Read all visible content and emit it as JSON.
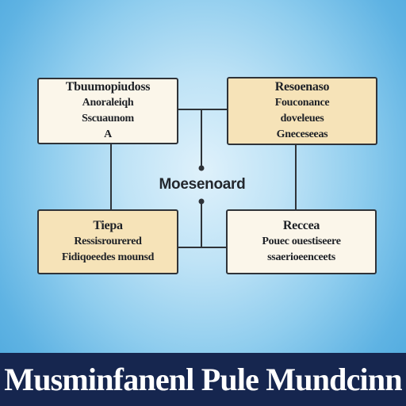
{
  "diagram": {
    "center_label": "Moesenoard",
    "boxes": {
      "top_left": {
        "title": "Tbuumopiudoss",
        "line1": "Anoraleiqh",
        "line2": "Sscuaunom",
        "line3": "A"
      },
      "top_right": {
        "title": "Resoenaso",
        "line1": "Fouconance",
        "line2": "doveleues",
        "line3": "Gneceseeas"
      },
      "bottom_left": {
        "title": "Tiepa",
        "line1": "Ressisrourered",
        "line2": "Fidiqoeedes mounsd"
      },
      "bottom_right": {
        "title": "Reccea",
        "line1": "Pouec ouestiseere",
        "line2": "ssaerioeenceets"
      }
    }
  },
  "footer": {
    "title": "Musminfanenl Pule Mundcinn"
  },
  "colors": {
    "background_center": "#dff1fb",
    "background_edge": "#4aa6dc",
    "box_white": "#fbf6ea",
    "box_tan": "#f6e3b8",
    "border": "#2f3338",
    "footer_bg": "#16264f",
    "footer_text": "#ffffff"
  }
}
